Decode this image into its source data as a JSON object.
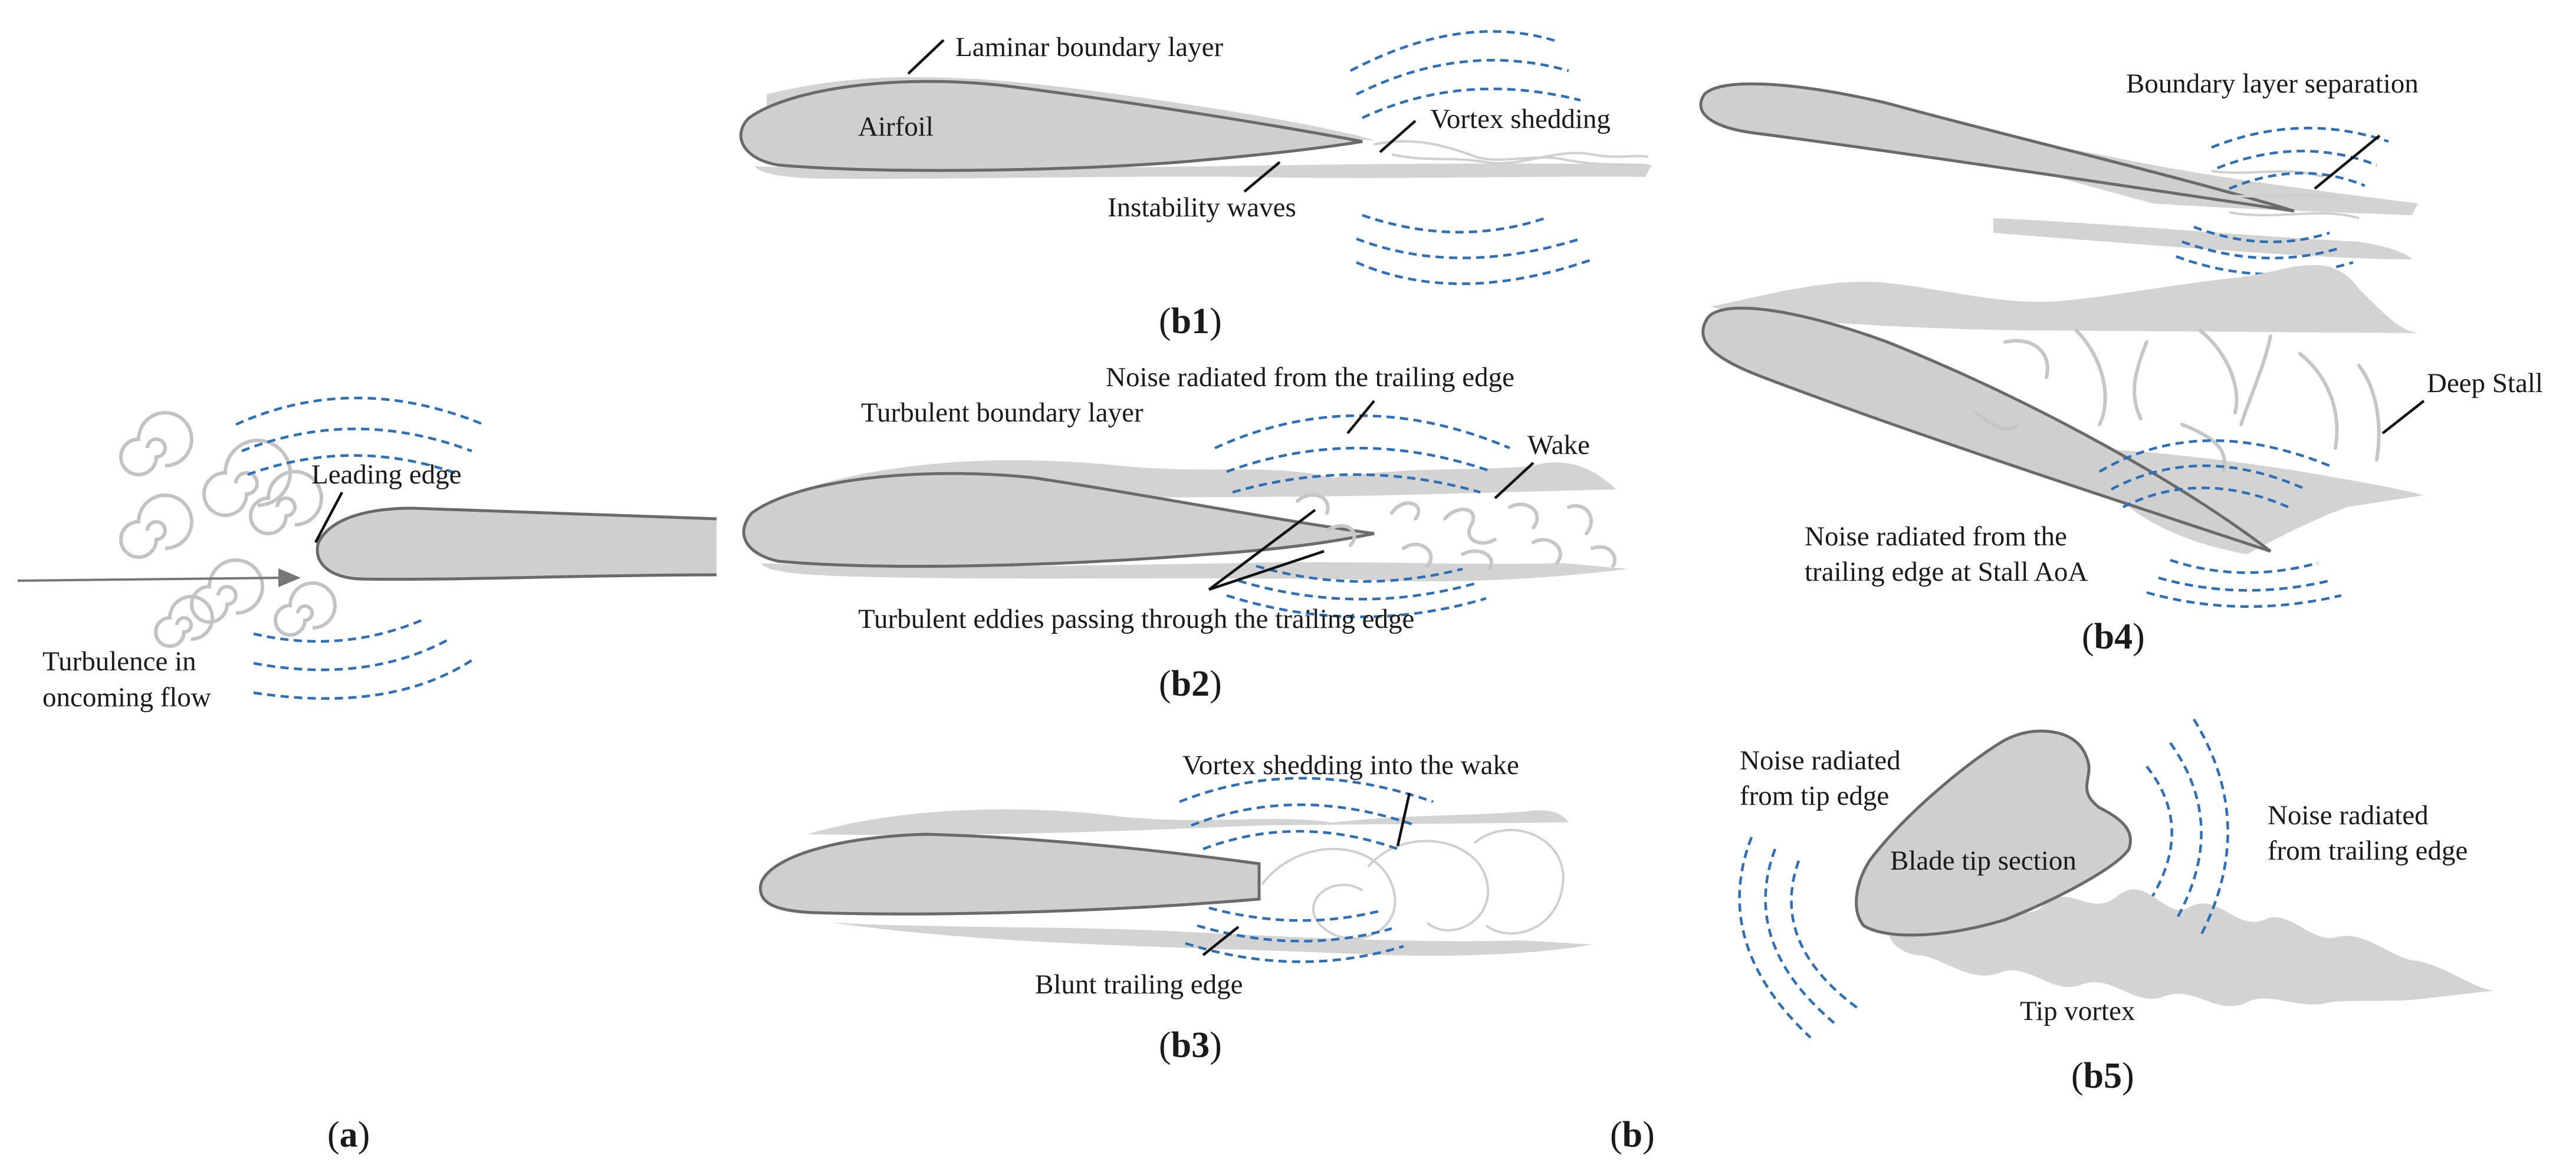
{
  "panel_a": {
    "leading_edge": "Leading edge",
    "turbulence_line1": "Turbulence in",
    "turbulence_line2": "oncoming flow",
    "caption_letter": "a"
  },
  "panel_b1": {
    "laminar_bl": "Laminar boundary layer",
    "airfoil": "Airfoil",
    "vortex_shedding": "Vortex shedding",
    "instability_waves": "Instability waves",
    "caption_letter": "b1"
  },
  "panel_b2": {
    "noise_te": "Noise radiated from the trailing edge",
    "turbulent_bl": "Turbulent boundary layer",
    "wake": "Wake",
    "eddies": "Turbulent eddies passing through the trailing edge",
    "caption_letter": "b2"
  },
  "panel_b3": {
    "vortex_wake": "Vortex shedding into the wake",
    "blunt_te": "Blunt trailing edge",
    "caption_letter": "b3"
  },
  "panel_b4": {
    "bl_separation": "Boundary layer separation",
    "deep_stall": "Deep Stall",
    "noise_line1": "Noise radiated from the",
    "noise_line2": "trailing edge at Stall AoA",
    "caption_letter": "b4"
  },
  "panel_b5": {
    "tip_line1": "Noise radiated",
    "tip_line2": "from tip edge",
    "te_line1": "Noise radiated",
    "te_line2": "from trailing edge",
    "blade_tip": "Blade tip section",
    "tip_vortex": "Tip vortex",
    "caption_letter": "b5"
  },
  "panel_b": {
    "caption_letter": "b"
  },
  "colors": {
    "airfoil_fill": "#cfcfd0",
    "boundary_layer": "#d3d3d3",
    "acoustic_wave": "#2f6fb5"
  }
}
